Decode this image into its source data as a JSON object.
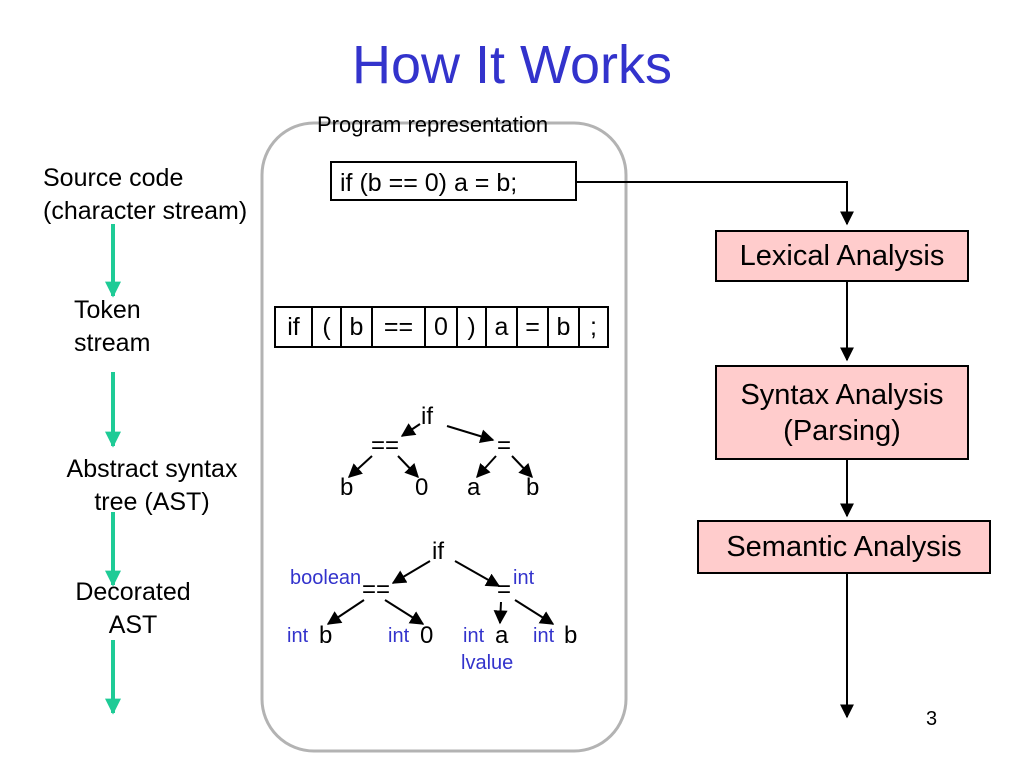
{
  "title": "How It Works",
  "program_label": "Program representation",
  "left_labels": {
    "source": [
      "Source code",
      "(character stream)"
    ],
    "tokens": [
      "Token",
      "stream"
    ],
    "ast": [
      "Abstract syntax",
      "tree (AST)"
    ],
    "decorated": [
      "Decorated",
      "AST"
    ]
  },
  "source_code": "if (b == 0) a = b;",
  "tokens": [
    "if",
    "(",
    "b",
    "==",
    "0",
    ")",
    "a",
    "=",
    "b",
    ";"
  ],
  "stages": [
    "Lexical Analysis",
    "Syntax Analysis\n(Parsing)",
    "Semantic Analysis"
  ],
  "ast": {
    "root": "if",
    "left": "==",
    "right": "=",
    "leaves": [
      "b",
      "0",
      "a",
      "b"
    ]
  },
  "decorated_ast": {
    "root": "if",
    "left": "==",
    "right": "=",
    "left_type": "boolean",
    "right_type": "int",
    "leaves": [
      "b",
      "0",
      "a",
      "b"
    ],
    "leaf_types": [
      "int",
      "int",
      "int",
      "int"
    ],
    "lvalue": "lvalue"
  },
  "page_number": "3",
  "colors": {
    "title": "#3333cc",
    "stage_fill": "#ffcccc",
    "left_arrow": "#1ecb96",
    "type_text": "#3333cc",
    "panel_border": "#b3b3b3"
  }
}
